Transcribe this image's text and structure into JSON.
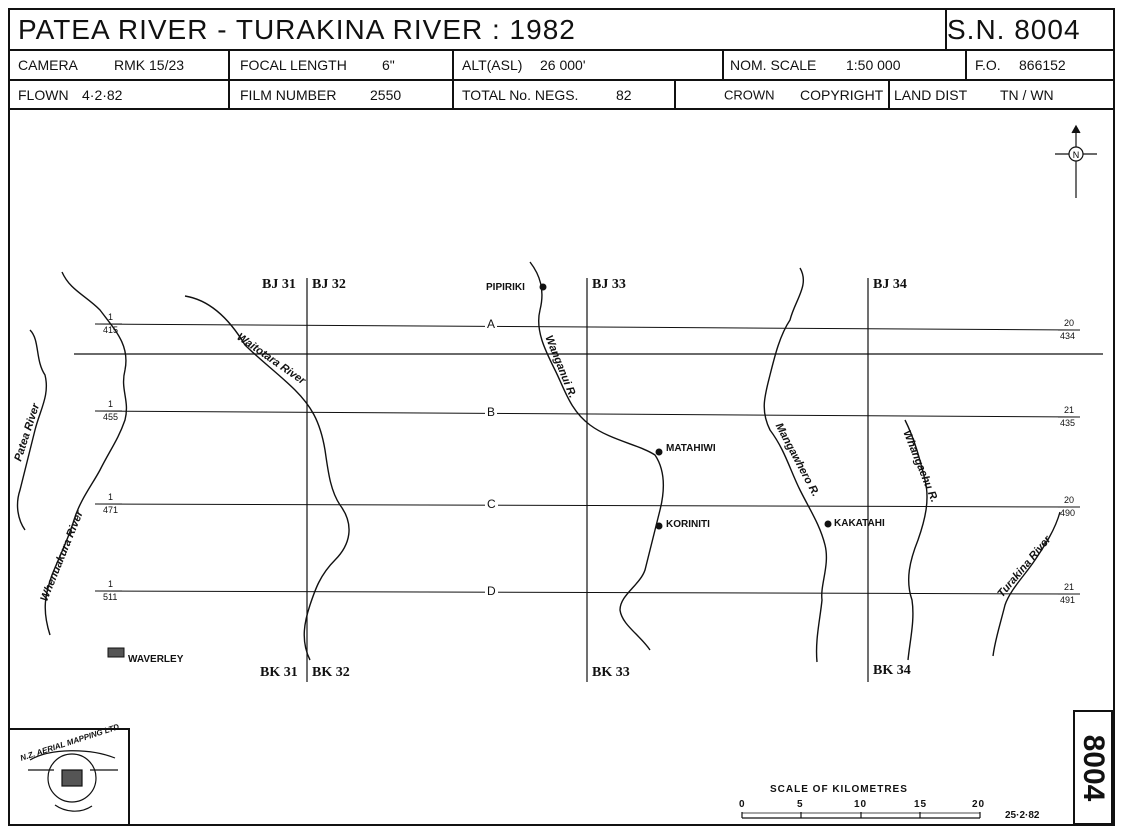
{
  "header": {
    "title": "PATEA  RIVER  -  TURAKINA  RIVER  :  1982",
    "sn": "S.N. 8004",
    "camera_label": "CAMERA",
    "camera_value": "RMK  15/23",
    "focal_label": "FOCAL LENGTH",
    "focal_value": "6\"",
    "alt_label": "ALT(ASL)",
    "alt_value": "26 000'",
    "scale_label": "NOM. SCALE",
    "scale_value": "1:50 000",
    "fo_label": "F.O.",
    "fo_value": "866152",
    "flown_label": "FLOWN",
    "flown_value": "4·2·82",
    "film_label": "FILM NUMBER",
    "film_value": "2550",
    "negs_label": "TOTAL No. NEGS.",
    "negs_value": "82",
    "crown": "CROWN",
    "copyright": "COPYRIGHT",
    "land_label": "LAND DIST",
    "land_value": "TN / WN"
  },
  "map": {
    "north": "N",
    "sheets_top": [
      "BJ 31",
      "BJ 32",
      "BJ 33",
      "BJ 34"
    ],
    "sheets_bottom": [
      "BK 31",
      "BK 32",
      "BK 33",
      "BK 34"
    ],
    "runs": [
      {
        "letter": "A",
        "left_top": "1",
        "left_bottom": "415",
        "right_top": "20",
        "right_bottom": "434"
      },
      {
        "letter": "B",
        "left_top": "1",
        "left_bottom": "455",
        "right_top": "21",
        "right_bottom": "435"
      },
      {
        "letter": "C",
        "left_top": "1",
        "left_bottom": "471",
        "right_top": "20",
        "right_bottom": "490"
      },
      {
        "letter": "D",
        "left_top": "1",
        "left_bottom": "511",
        "right_top": "21",
        "right_bottom": "491"
      }
    ],
    "towns": [
      "PIPIRIKI",
      "MATAHIWI",
      "KORINITI",
      "KAKATAHI",
      "WAVERLEY"
    ],
    "rivers": [
      "Patea River",
      "Waitotara River",
      "Whenuakura River",
      "Wanganui R.",
      "Mangawhero R.",
      "Whangaehu R.",
      "Turakina River"
    ]
  },
  "footer": {
    "sn_number": "8004",
    "scale_title": "SCALE     OF     KILOMETRES",
    "scale_ticks": [
      "0",
      "5",
      "10",
      "15",
      "20"
    ],
    "date": "25·2·82",
    "logo_text": "N.Z. AERIAL MAPPING LTD"
  }
}
